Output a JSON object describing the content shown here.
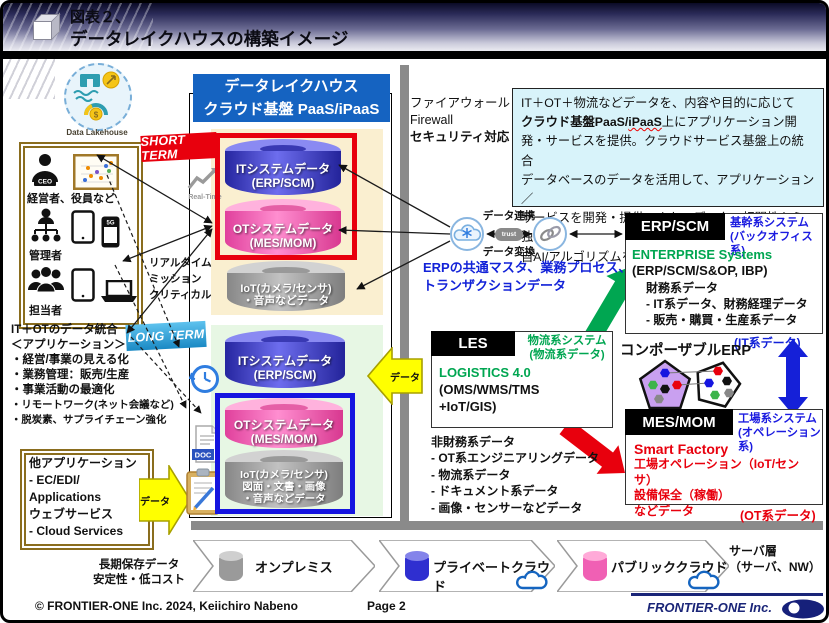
{
  "header": {
    "title_line1": "図表２、",
    "title_line2": "データレイクハウスの構築イメージ"
  },
  "lakehouse": {
    "caption": "Data Lakehouse"
  },
  "users": {
    "ceo_badge": "CEO",
    "phone_badge": "5G",
    "row1_label": "経営者、役員など",
    "row2_label": "管理者",
    "row3_label": "担当者"
  },
  "left_text": {
    "lines": [
      "IT＋OTのデータ統合",
      "＜アプリケーション＞",
      "・経営/事業の見える化",
      "・業務管理：販売/生産",
      "・事業活動の最適化",
      "・リモートワーク(ネット会議など)",
      "・脱炭素、サプライチェーン強化"
    ]
  },
  "other_apps": {
    "text": "他アプリケーション\n- EC/EDI/\n  Applications\nウェブサービス\n- Cloud Services"
  },
  "storage_note": {
    "text": "長期保存データ\n安定性・低コスト"
  },
  "platform": {
    "title": "データレイクハウス\nクラウド基盤 PaaS/iPaaS",
    "short_term_label": "SHORT TERM",
    "long_term_label": "LONG TERM",
    "realtime_caption": "Real-Time",
    "realtime_note": "リアルタイム\nミッション\nクリティカル",
    "doc_label": "DOC",
    "st_it": "ITシステムデータ\n(ERP/SCM)",
    "st_ot": "OTシステムデータ\n(MES/MOM)",
    "st_iot": "IoT(カメラ/センサ)\n・音声などデータ",
    "lt_it": "ITシステムデータ\n(ERP/SCM)",
    "lt_ot": "OTシステムデータ\n(MES/MOM)",
    "lt_iot": "IoT(カメラ/センサ)\n図面・文書・画像\n・音声などデータ"
  },
  "firewall": {
    "lines": "ファイアウォール\nFirewall",
    "bold_line": "セキュリティ対応"
  },
  "info_box": {
    "part1": "IT＋OT＋物流などデータを、内容や目的に応じて\n",
    "part2_bold": "クラウド基盤PaaS/",
    "part3_bold_underline": "iPaaS",
    "part4": "上にアプリケーション開\n発・サービスを提供。クラウドサービス基盤上の統合\nデータベースのデータを活用して、アプリケーション／\nサービスを開発・提供。また、データの相関性から独\n自AI/アルゴリズムを開発してサービス化。"
  },
  "integration": {
    "link_label": "データ連携",
    "convert_label": "データ変換",
    "trust_label": "trust",
    "erp_note": "ERPの共通マスタ、業務プロセス、\nトランザクションデータ"
  },
  "erp_box": {
    "tag": "ERP/SCM",
    "side": "基幹系システム\n(バックオフィス系)",
    "title": "ENTERPRISE Systems",
    "subtitle": "(ERP/SCM/S&OP, IBP)",
    "body": "財務系データ\n- IT系データ、財務経理データ\n- 販売・購買・生産系データ",
    "below": "(IT系データ)"
  },
  "les_box": {
    "tag": "LES",
    "side": "物流系システム\n(物流系データ)",
    "title": "LOGISTICS 4.0",
    "body": "(OMS/WMS/TMS\n +IoT/GIS)"
  },
  "nonfinancial": {
    "text": "非財務系データ\n- OT系エンジニアリングデータ\n- 物流系データ\n- ドキュメント系データ\n- 画像・センサーなどデータ"
  },
  "composable": {
    "label": "コンポーザブルERP"
  },
  "mes_box": {
    "tag": "MES/MOM",
    "side": "工場系システム\n(オペレーション系)",
    "title": "Smart Factory",
    "body": "工場オペレーション（IoT/センサ）\n設備保全（稼働）\nなどデータ",
    "below": "(OT系データ)"
  },
  "arrows": {
    "data_to_lake": "データ",
    "data_from_apps": "データ"
  },
  "infra": {
    "onprem": "オンプレミス",
    "private_cloud": "プライベートクラウド",
    "public_cloud": "パブリッククラウド",
    "server": "サーバ層\n（サーバ、NW）"
  },
  "footer": {
    "copyright": "© FRONTIER-ONE Inc. 2024,  Keiichiro  Nabeno",
    "page": "Page 2",
    "brand": "FRONTIER-ONE Inc."
  },
  "colors": {
    "accent_red": "#e8000d",
    "accent_blue": "#1515e0",
    "accent_green": "#00a651",
    "header_blue": "#1563c1",
    "panel_cream": "#faefd0",
    "panel_green": "#e7f7e4",
    "info_bg": "#d8f3fa",
    "yellow": "#ffff00",
    "gray_bar": "#8a8a8a",
    "navy_logo": "#1a2578"
  },
  "icons": {
    "data-lakehouse-icon": "dashed circle: building, waves, coin, gauge",
    "ceo-icon": "person silhouette with CEO badge",
    "scatter-chart-icon": "framed scatter plot",
    "org-chart-icon": "hierarchy chart",
    "tablet-icon": "tablet outline",
    "phone-5g-icon": "smartphone with 5G",
    "laptop-icon": "laptop",
    "team-icon": "three-person group",
    "realtime-chart-icon": "gray zigzag trend arrow",
    "clock-icon": "blue clock",
    "doc-icon": "document with DOC tag",
    "clipboard-icon": "clipboard with pencil",
    "integration-node-icon": "cloud with asterisk",
    "link-node-icon": "chain links",
    "cloud-icon": "blue cloud",
    "composable-erp-icon": "pentagons with hexagons",
    "frontier-one-logo": "navy ellipse with white dot"
  }
}
